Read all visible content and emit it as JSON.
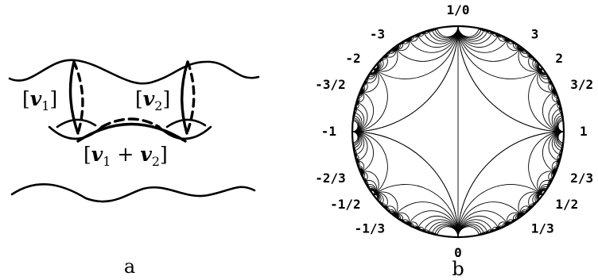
{
  "panel_a": {
    "caption": "a",
    "label_v1": {
      "open": "[",
      "var": "v",
      "sub": "1",
      "close": "]"
    },
    "label_v2": {
      "open": "[",
      "var": "v",
      "sub": "2",
      "close": "]"
    },
    "label_sum": {
      "open": "[",
      "var1": "v",
      "sub1": "1",
      "plus": " + ",
      "var2": "v",
      "sub2": "2",
      "close": "]"
    }
  },
  "panel_b": {
    "caption": "b",
    "boundary_labels": [
      {
        "text": "1/0",
        "value": "inf"
      },
      {
        "text": "3",
        "value": 3
      },
      {
        "text": "2",
        "value": 2
      },
      {
        "text": "3/2",
        "value": 1.5
      },
      {
        "text": "1",
        "value": 1
      },
      {
        "text": "2/3",
        "value": 0.6667
      },
      {
        "text": "1/2",
        "value": 0.5
      },
      {
        "text": "1/3",
        "value": 0.3333
      },
      {
        "text": "0",
        "value": 0
      },
      {
        "text": "-1/3",
        "value": -0.3333
      },
      {
        "text": "-1/2",
        "value": -0.5
      },
      {
        "text": "-2/3",
        "value": -0.6667
      },
      {
        "text": "-1",
        "value": -1
      },
      {
        "text": "-3/2",
        "value": -1.5
      },
      {
        "text": "-2",
        "value": -2
      },
      {
        "text": "-3",
        "value": -3
      }
    ]
  },
  "colors": {
    "ink": "#000000",
    "background": "#ffffff"
  }
}
